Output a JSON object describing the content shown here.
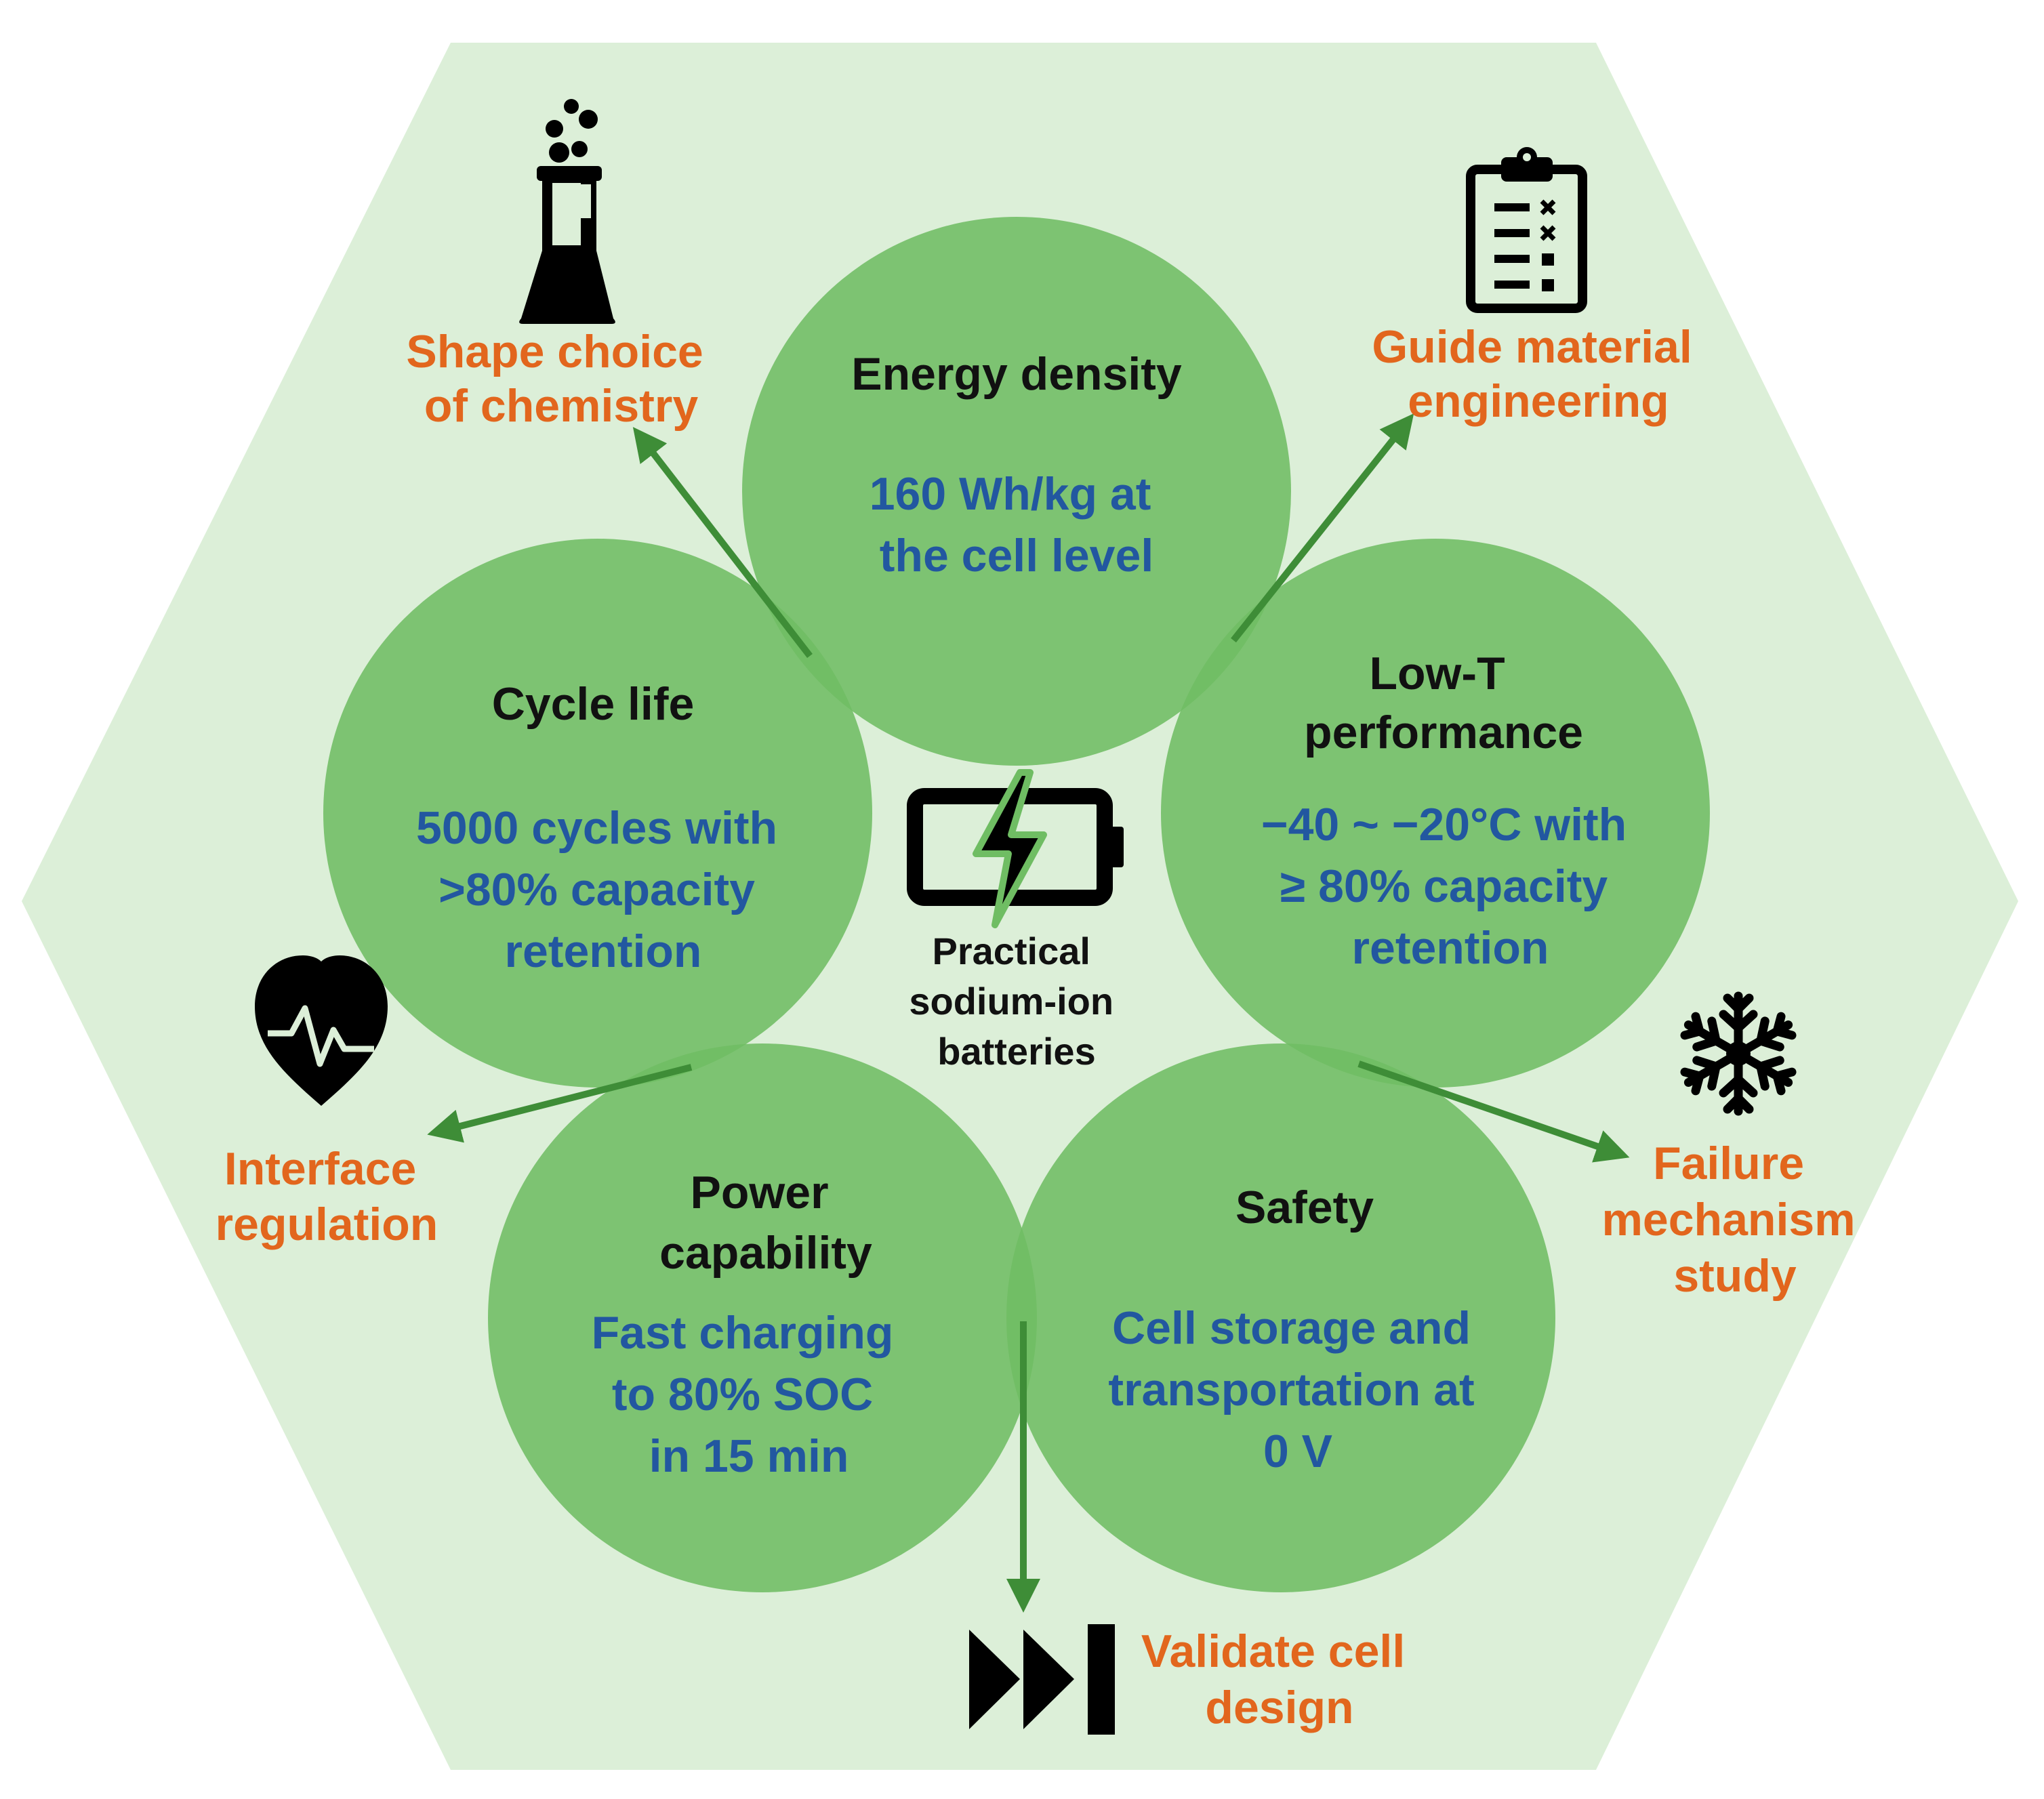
{
  "center": {
    "icon": "battery-charging-icon",
    "label_lines": [
      "Practical",
      "sodium-ion",
      "batteries"
    ]
  },
  "metrics": [
    {
      "id": "energy-density",
      "title_lines": [
        "Energy density"
      ],
      "target_lines": [
        "160 Wh/kg at",
        "the cell level"
      ]
    },
    {
      "id": "cycle-life",
      "title_lines": [
        "Cycle life"
      ],
      "target_lines": [
        "5000 cycles with",
        ">80% capacity",
        "retention"
      ]
    },
    {
      "id": "low-t-performance",
      "title_lines": [
        "Low-T",
        "performance"
      ],
      "target_lines": [
        "−40 ~ −20°C with",
        "≥ 80% capacity",
        "retention"
      ]
    },
    {
      "id": "power-capability",
      "title_lines": [
        "Power",
        "capability"
      ],
      "target_lines": [
        "Fast charging",
        "to 80% SOC",
        "in 15 min"
      ]
    },
    {
      "id": "safety",
      "title_lines": [
        "Safety"
      ],
      "target_lines": [
        "Cell storage and",
        "transportation at",
        "0 V"
      ]
    }
  ],
  "outcomes": [
    {
      "id": "shape-choice-of-chemistry",
      "icon": "flask-icon",
      "label_lines": [
        "Shape choice",
        "of chemistry"
      ]
    },
    {
      "id": "guide-material-engineering",
      "icon": "clipboard-checklist-icon",
      "label_lines": [
        "Guide material",
        "engineering"
      ]
    },
    {
      "id": "interface-regulation",
      "icon": "heart-pulse-icon",
      "label_lines": [
        "Interface",
        "regulation"
      ]
    },
    {
      "id": "failure-mechanism-study",
      "icon": "snowflake-icon",
      "label_lines": [
        "Failure",
        "mechanism",
        "study"
      ]
    },
    {
      "id": "validate-cell-design",
      "icon": "fast-forward-icon",
      "label_lines": [
        "Validate cell",
        "design"
      ]
    }
  ],
  "colors": {
    "hexagon_fill": "#dcefd8",
    "circle_fill": "#6fbd63",
    "circle_overlap": "#5aad4f",
    "arrow": "#3e8d37",
    "title_text": "#111111",
    "target_text": "#2257a0",
    "outcome_text": "#e2661d",
    "icon": "#000000"
  }
}
